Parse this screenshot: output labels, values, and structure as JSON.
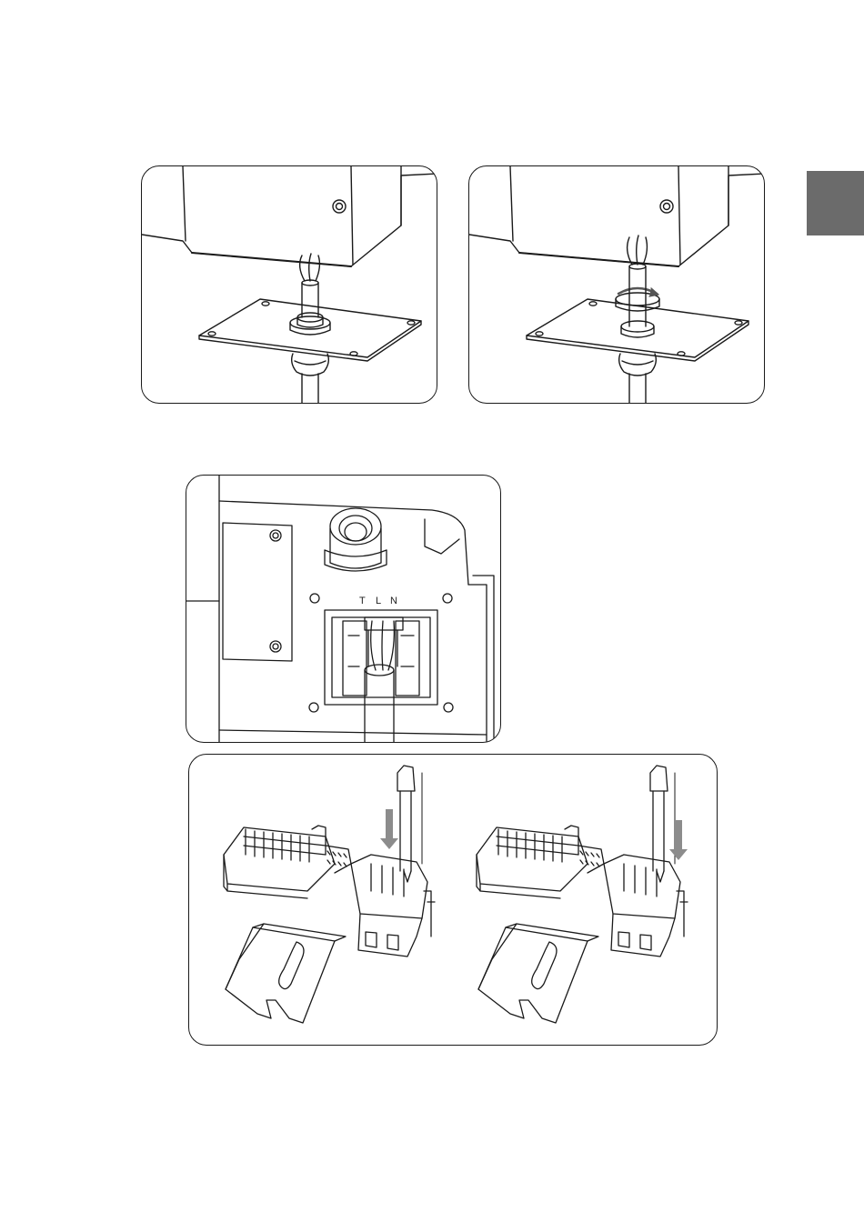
{
  "page": {
    "side_tab_color": "#6b6b6b",
    "line_color": "#1a1a1a",
    "arrow_color": "#8c8c8c"
  },
  "figures": {
    "cable_feed": {
      "icon": "cable-gland-icon"
    },
    "gland_tightening": {
      "icon": "rotate-arrow-icon"
    },
    "terminal_block": {
      "terminal_labels": {
        "t": "T",
        "l": "L",
        "n": "N"
      }
    },
    "din_rail": {
      "icon": "screwdriver-arrow-icon"
    }
  }
}
